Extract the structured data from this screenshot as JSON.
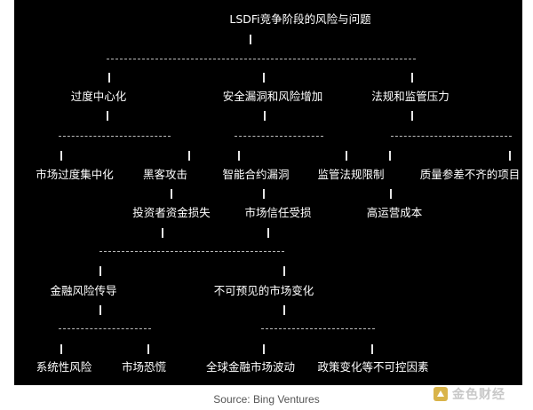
{
  "diagram": {
    "title": "LSDFi竞争阶段的风险与问题",
    "categories": [
      "过度中心化",
      "安全漏洞和风险增加",
      "法规和监管压力"
    ],
    "level2": [
      "市场过度集中化",
      "黑客攻击",
      "智能合约漏洞",
      "监管法规限制",
      "质量参差不齐的项目"
    ],
    "level3": [
      "投资者资金损失",
      "市场信任受损",
      "高运营成本"
    ],
    "level4": [
      "金融风险传导",
      "不可预见的市场变化"
    ],
    "level5": [
      "系统性风险",
      "市场恐慌",
      "全球金融市场波动",
      "政策变化等不可控因素"
    ]
  },
  "footer": {
    "source": "Source: Bing Ventures"
  },
  "watermark": {
    "text": "金色财经",
    "icon": "logo-mark-icon"
  }
}
